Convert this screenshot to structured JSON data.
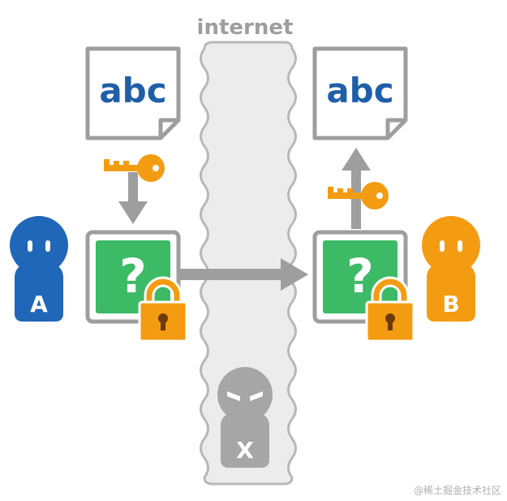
{
  "labels": {
    "internet": "internet",
    "doc_left": "abc",
    "doc_right": "abc",
    "box_left": "?",
    "box_right": "?",
    "person_a": "A",
    "person_b": "B",
    "person_x": "X",
    "watermark": "@稀土掘金技术社区"
  },
  "colors": {
    "person_a": "#2067b8",
    "person_b": "#f39c12",
    "person_x": "#a6a6a6",
    "key": "#f39c12",
    "lock": "#f39c12",
    "box": "#3dba66",
    "doc_text": "#1f5fa8",
    "arrow": "#9e9e9e",
    "internet_band": "#ececec"
  },
  "icons": {
    "document": "document-icon",
    "key": "key-icon",
    "lock": "padlock-icon",
    "encrypted_box": "encrypted-box-icon",
    "person": "person-icon",
    "attacker": "attacker-icon"
  }
}
